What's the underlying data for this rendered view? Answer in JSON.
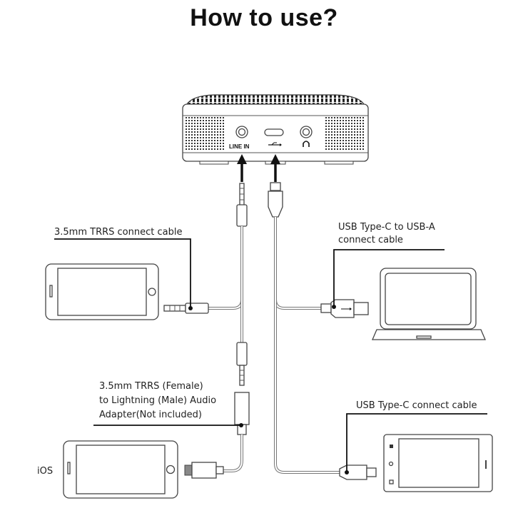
{
  "title": "How to use?",
  "device": {
    "ports": [
      {
        "name": "line-in",
        "label": "LINE IN"
      },
      {
        "name": "usb-c",
        "label": "USB"
      },
      {
        "name": "headphone",
        "label": "headphone"
      }
    ]
  },
  "callouts": {
    "trrs_cable": "3.5mm TRRS connect cable",
    "usbc_to_usba_line1": "USB Type-C to USB-A",
    "usbc_to_usba_line2": "connect cable",
    "adapter_line1": "3.5mm TRRS (Female)",
    "adapter_line2": "to Lightning (Male) Audio",
    "adapter_line3": "Adapter(Not included)",
    "usbc_cable": "USB Type-C connect cable",
    "ios": "iOS"
  },
  "colors": {
    "ink": "#111111",
    "line": "#555555",
    "cable": "#777777"
  }
}
